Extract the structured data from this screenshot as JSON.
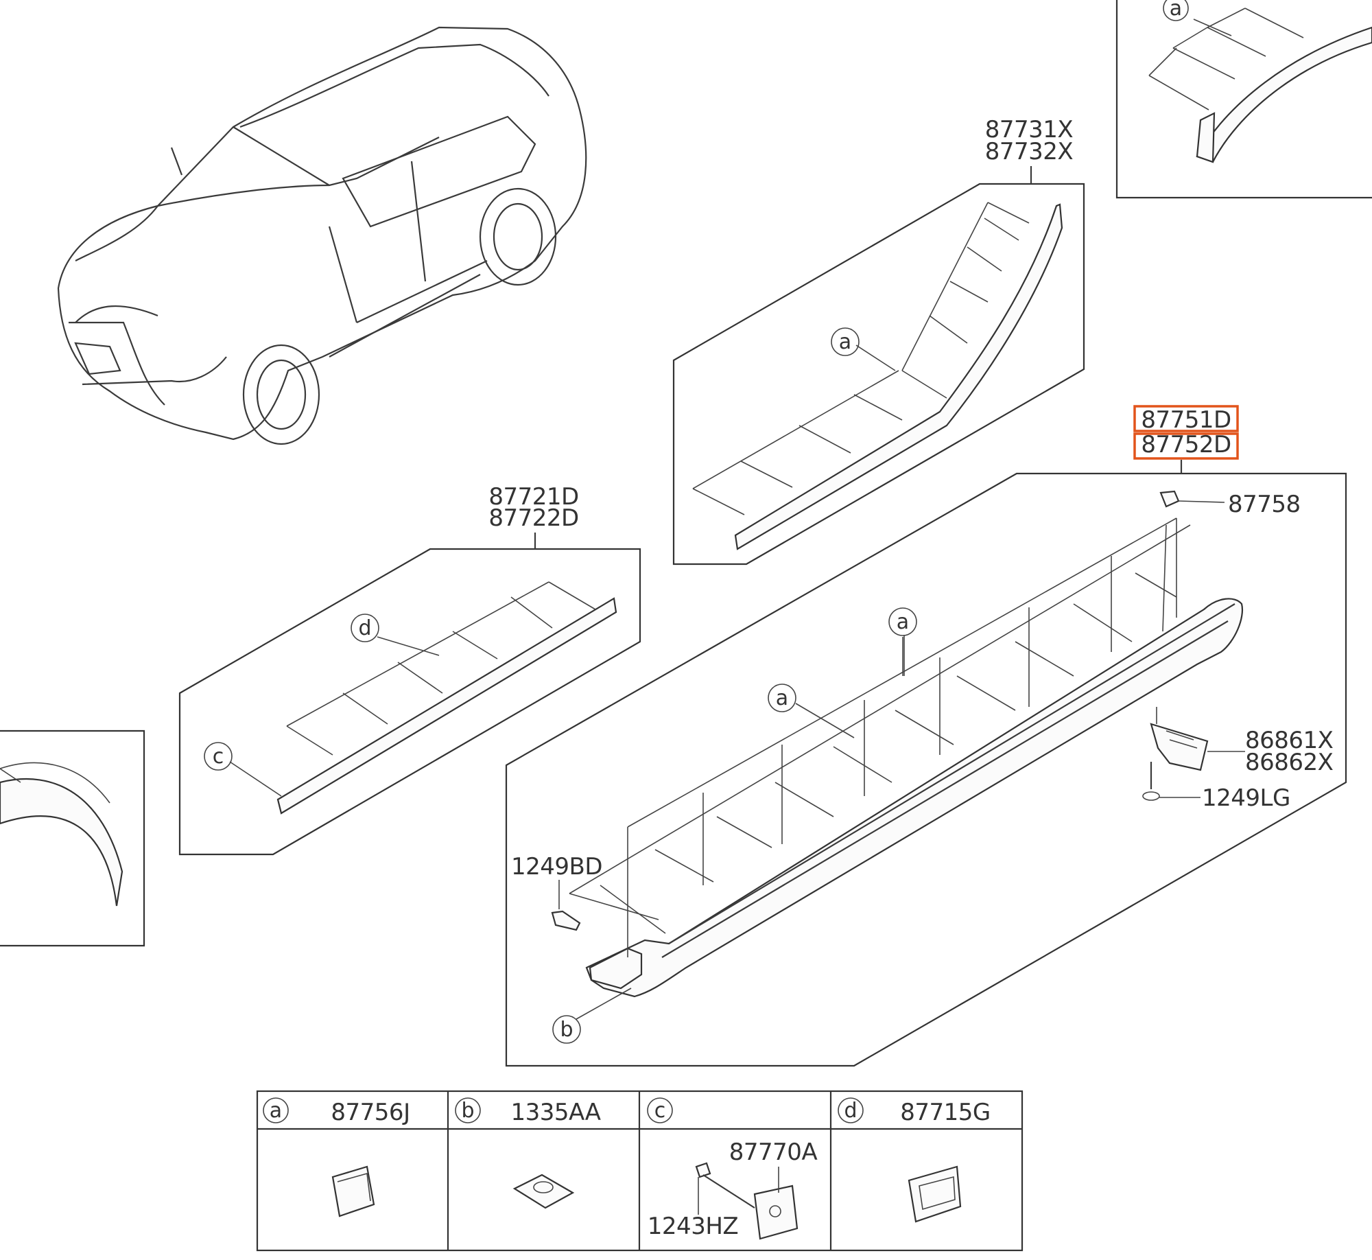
{
  "callouts": {
    "rear_fender_molding": [
      "87731X",
      "87732X"
    ],
    "front_door_molding": [
      "87721D",
      "87722D"
    ],
    "side_sill_molding": [
      "87751D",
      "87752D"
    ],
    "clip_top": "87758",
    "mud_guard": [
      "86861X",
      "86862X"
    ],
    "screw_rear": "1249LG",
    "screw_front": "1249BD",
    "fastener_c_upper": "87770A",
    "fastener_c_lower": "1243HZ"
  },
  "letters": {
    "a": "a",
    "b": "b",
    "c": "c",
    "d": "d"
  },
  "fastener_table": {
    "columns": [
      {
        "letter": "a",
        "part": "87756J"
      },
      {
        "letter": "b",
        "part": "1335AA"
      },
      {
        "letter": "c",
        "part": ""
      },
      {
        "letter": "d",
        "part": "87715G"
      }
    ]
  },
  "colors": {
    "highlight": "#e2541b",
    "line": "#333333"
  }
}
